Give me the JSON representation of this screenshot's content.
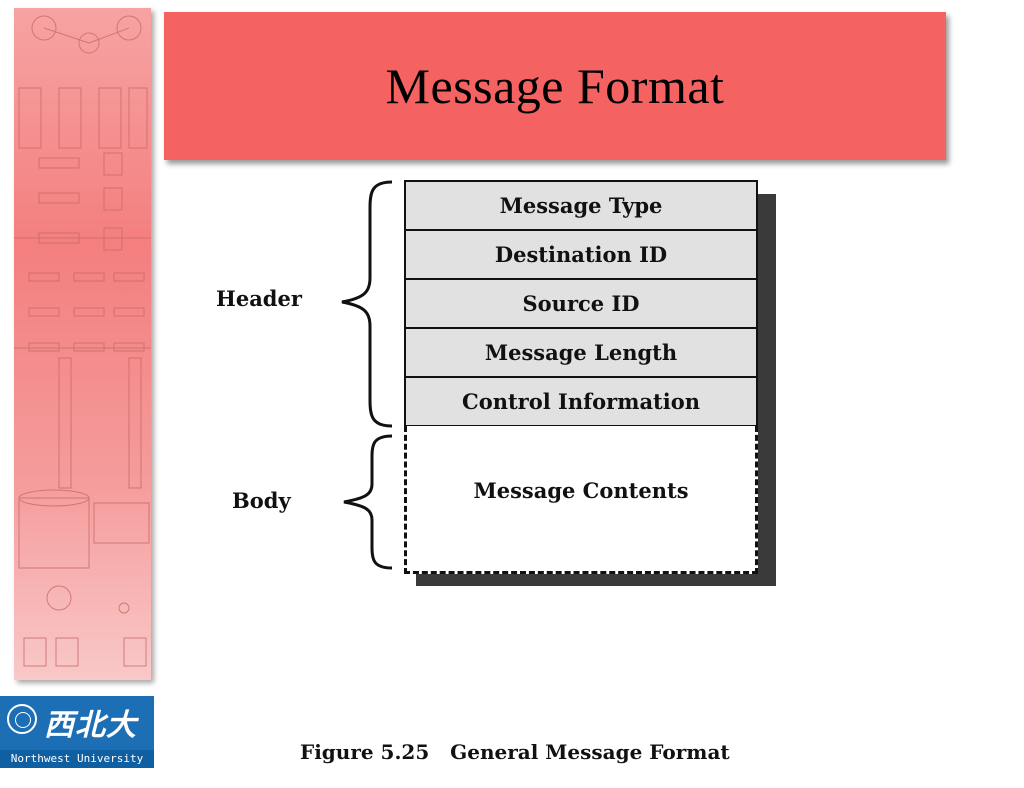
{
  "slide": {
    "title": "Message Format"
  },
  "diagram": {
    "header_label": "Header",
    "body_label": "Body",
    "header_fields": [
      "Message Type",
      "Destination ID",
      "Source ID",
      "Message Length",
      "Control Information"
    ],
    "body_field": "Message Contents"
  },
  "caption": {
    "number": "Figure 5.25",
    "text": "General Message Format"
  },
  "logo": {
    "chinese_name": "西北大学",
    "english_name": "Northwest University"
  },
  "colors": {
    "title_banner": "#f56262",
    "side_strip": "#f47f7f",
    "header_field_fill": "#e1e1e1",
    "logo_blue": "#1c6fb5"
  }
}
